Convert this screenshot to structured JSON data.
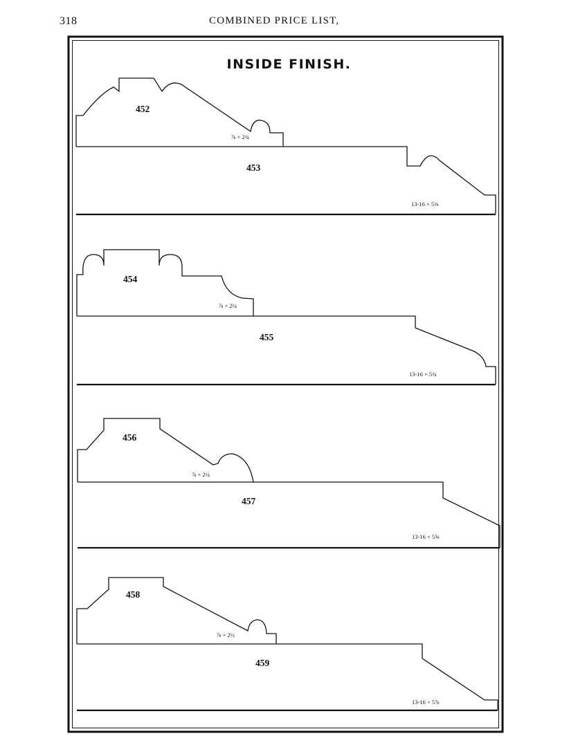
{
  "header": {
    "page_number": "318",
    "running_head": "COMBINED PRICE LIST,"
  },
  "plate": {
    "title": "INSIDE FINISH."
  },
  "mouldings": [
    {
      "number": "452",
      "size": "⅞ × 2¾"
    },
    {
      "number": "453",
      "size": "13-16 × 5⅜"
    },
    {
      "number": "454",
      "size": "⅞ × 2¼"
    },
    {
      "number": "455",
      "size": "13-16 × 5¾"
    },
    {
      "number": "456",
      "size": "⅞ × 2¼"
    },
    {
      "number": "457",
      "size": "13-16 × 5⅝"
    },
    {
      "number": "458",
      "size": "⅞ × 2½"
    },
    {
      "number": "459",
      "size": "13-16 × 5⅞"
    }
  ]
}
